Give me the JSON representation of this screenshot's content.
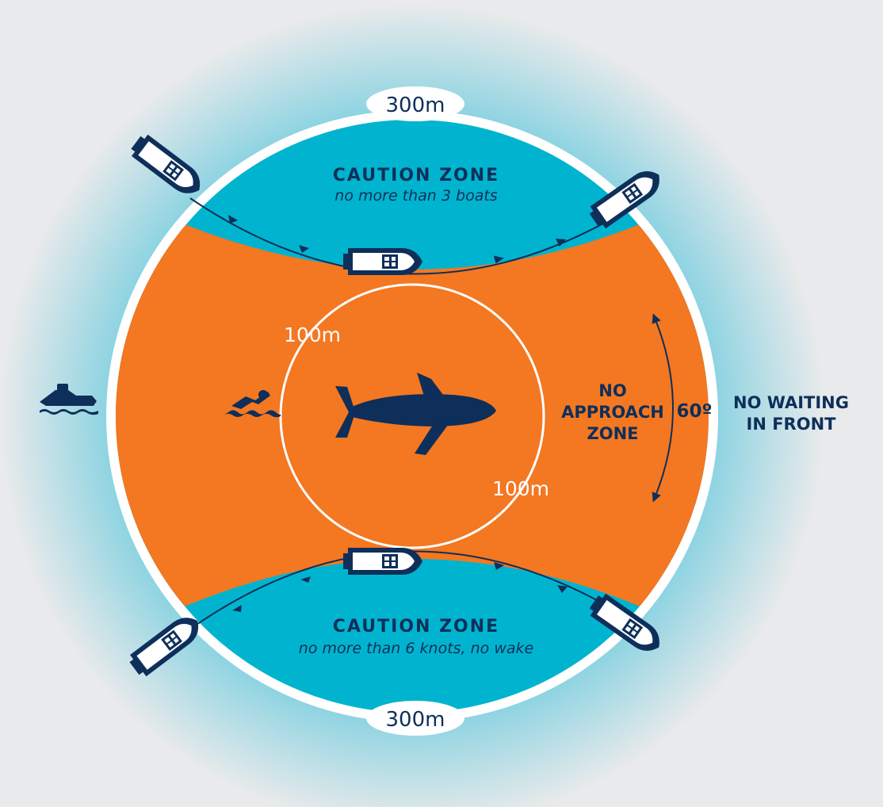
{
  "zones": {
    "top_caution": {
      "title": "CAUTION ZONE",
      "note": "no more than 3 boats"
    },
    "bottom_caution": {
      "title": "CAUTION ZONE",
      "note": "no more than 6 knots, no wake"
    },
    "no_approach": {
      "lines": [
        "NO",
        "APPROACH",
        "ZONE"
      ]
    }
  },
  "distances": {
    "outer_top": "300m",
    "outer_bottom": "300m",
    "inner_left": "100m",
    "inner_right": "100m"
  },
  "angle": "60º",
  "side_note": {
    "lines": [
      "NO WAITING",
      "IN FRONT"
    ]
  },
  "icons": [
    "boat-icon",
    "jet-ski-icon",
    "swimmer-icon",
    "whale-icon"
  ],
  "colors": {
    "background": "#e9eaeb",
    "caution": "#00b4cf",
    "no_approach": "#f47721",
    "navy": "#0e2f5a",
    "white": "#ffffff"
  }
}
